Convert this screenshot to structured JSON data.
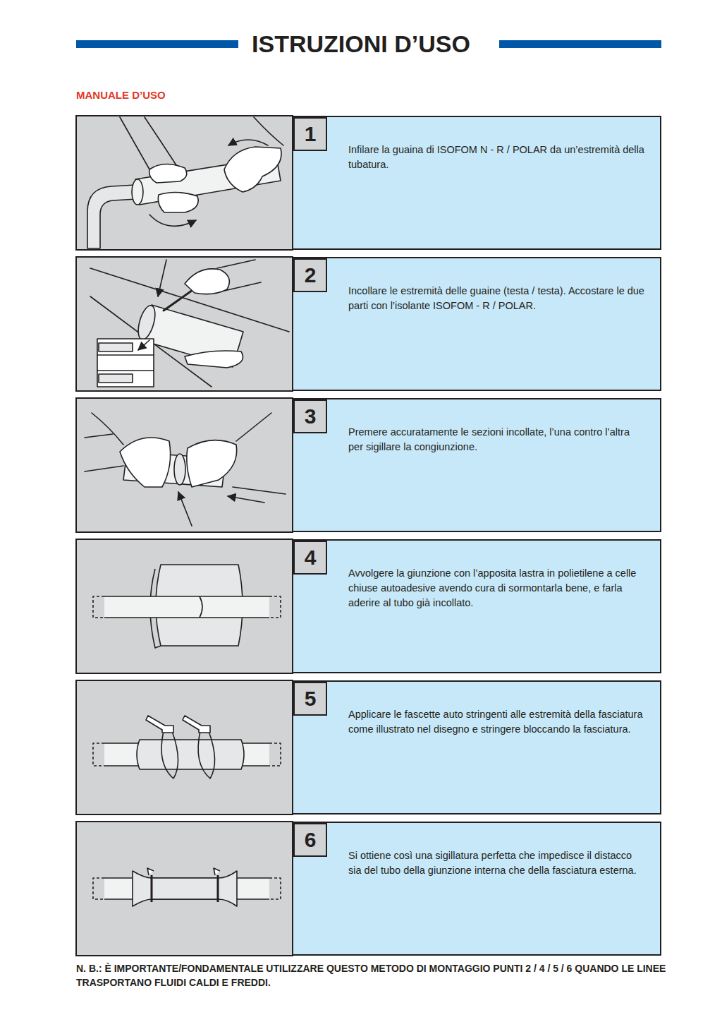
{
  "diagram": {
    "title": "ISTRUZIONI D’USO",
    "nodes": [
      {
        "text": [
          "Infilare la guaina di ISOFOM N - R / POLAR da un’estremità della tubatura."
        ]
      },
      {
        "text": [
          "1"
        ],
        "in": 0
      },
      {
        "text": [
          "Incollare le estremità delle guaine (testa / testa). Accostare le due parti con l’isolante ISOFOM - R / POLAR."
        ]
      },
      {
        "text": [
          "2"
        ],
        "in": 2
      },
      {
        "text": [
          "Premere accuratamente le sezioni incollate, l’una contro l’altra per sigillare la congiunzione."
        ]
      },
      {
        "text": [
          "3"
        ],
        "in": 4
      },
      {
        "text": [
          "Avvolgere la giunzione con l’apposita lastra in polietilene a celle chiuse autoadesive avendo cura di sormontarla bene, e farla aderire al tubo già incollato."
        ]
      },
      {
        "text": [
          "4"
        ],
        "in": 6
      },
      {
        "text": [
          "Applicare le fascette auto stringenti alle estremità della fasciatura come illustrato nel disegno e stringere bloccando la fasciatura."
        ]
      },
      {
        "text": [
          "5"
        ],
        "in": 8
      },
      {
        "text": [
          "Si ottiene così una sigillatura perfetta che impedisce il distacco sia del tubo della giunzione interna che della fasciatura esterna."
        ]
      },
      {
        "text": [
          "6"
        ],
        "in": 10
      }
    ],
    "labels": [
      "MANUALE D’USO",
      "N. B.: È IMPORTANTE/FONDAMENTALE UTILIZZARE QUESTO METODO DI MONTAGGIO PUNTI 2 / 4 / 5 / 6 QUANDO LE LINEE TRASPORTANO FLUIDI CALDI E FREDDI."
    ]
  }
}
